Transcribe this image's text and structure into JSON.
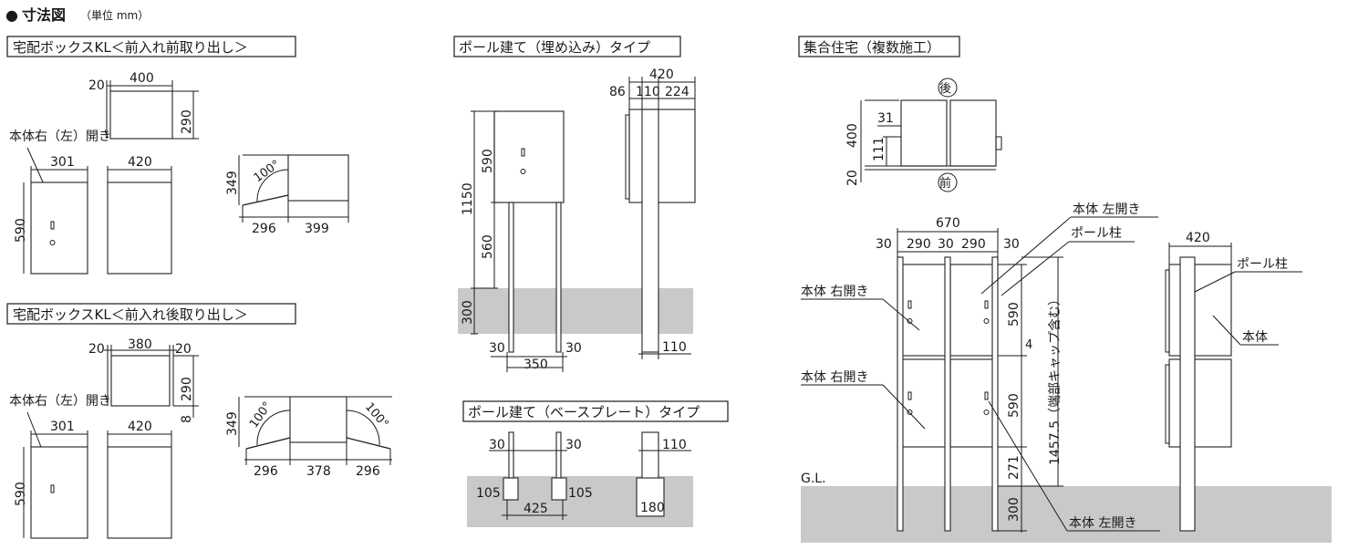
{
  "header": {
    "bullet": "●",
    "title": "寸法図",
    "unit": "（単位 mm）"
  },
  "sections": {
    "front_front": "宅配ボックスKL＜前入れ前取り出し＞",
    "front_back": "宅配ボックスKL＜前入れ後取り出し＞",
    "pole_buried": "ポール建て（埋め込み）タイプ",
    "pole_base": "ポール建て（ベースプレート）タイプ",
    "multi": "集合住宅（複数施工）"
  },
  "ff": {
    "w400": "400",
    "d20": "20",
    "h290": "290",
    "label": "本体右（左）開き",
    "w301": "301",
    "w420": "420",
    "h590": "590",
    "h349": "349",
    "ang": "100°",
    "d296": "296",
    "d399": "399"
  },
  "fb": {
    "d20a": "20",
    "w380": "380",
    "d20b": "20",
    "h290": "290",
    "d8": "8",
    "label": "本体右（左）開き",
    "w301": "301",
    "w420": "420",
    "h590": "590",
    "h349": "349",
    "ang1": "100°",
    "ang2": "100°",
    "d296a": "296",
    "d378": "378",
    "d296b": "296"
  },
  "pb": {
    "h590": "590",
    "h1150": "1150",
    "h560": "560",
    "h300": "300",
    "s30a": "30",
    "s30b": "30",
    "w350": "350",
    "w420": "420",
    "d86": "86",
    "d110": "110",
    "d224": "224",
    "p110": "110"
  },
  "pbase": {
    "s30a": "30",
    "s30b": "30",
    "p105a": "105",
    "p105b": "105",
    "w425": "425",
    "p110": "110",
    "p180": "180"
  },
  "mu": {
    "back": "後",
    "front": "前",
    "d400": "400",
    "d31": "31",
    "d111": "111",
    "d20": "20",
    "w670": "670",
    "w30a": "30",
    "w290a": "290",
    "w30b": "30",
    "w290b": "290",
    "w30c": "30",
    "label_body_left_top": "本体 左開き",
    "label_pole_1": "ポール柱",
    "label_body_right_1": "本体 右開き",
    "label_body_right_2": "本体 右開き",
    "label_body_left_bottom": "本体 左開き",
    "h590a": "590",
    "h4": "4",
    "h590b": "590",
    "h271": "271",
    "h300": "300",
    "h1457": "1457.5（端部キャップ含む）",
    "gl": "G.L.",
    "w420": "420",
    "label_pole_2": "ポール柱",
    "label_body": "本体"
  }
}
